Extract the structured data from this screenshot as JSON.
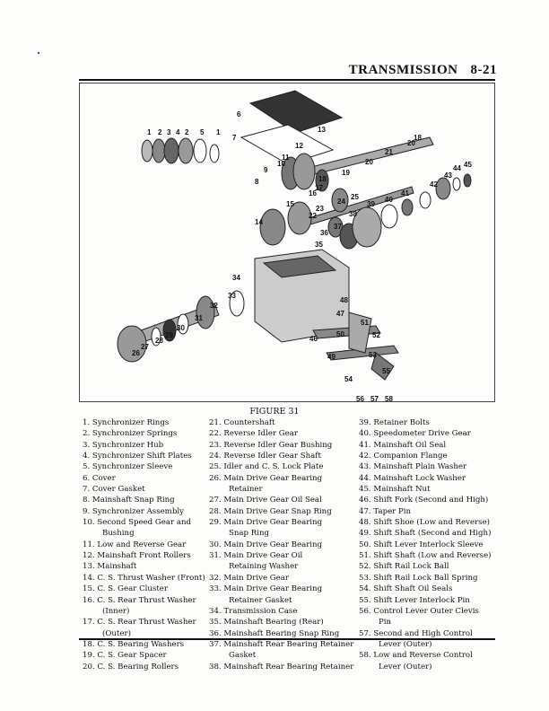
{
  "header": {
    "section": "TRANSMISSION",
    "page": "8-21"
  },
  "figure": {
    "caption": "FIGURE 31",
    "callouts": [
      "1",
      "2",
      "3",
      "4",
      "2",
      "5",
      "1",
      "6",
      "7",
      "8",
      "9",
      "10",
      "11",
      "12",
      "13",
      "14",
      "15",
      "16",
      "17",
      "18",
      "19",
      "20",
      "21",
      "18",
      "20",
      "22",
      "23",
      "24",
      "25",
      "36",
      "37",
      "38",
      "39",
      "40",
      "41",
      "42",
      "43",
      "44",
      "45",
      "35",
      "34",
      "33",
      "32",
      "31",
      "30",
      "29",
      "28",
      "27",
      "26",
      "48",
      "47",
      "46",
      "50",
      "49",
      "51",
      "52",
      "53",
      "55",
      "54",
      "56",
      "57",
      "58"
    ]
  },
  "legend": {
    "col1": [
      "1. Synchronizer Rings",
      "2. Synchronizer Springs",
      "3. Synchronizer Hub",
      "4. Synchronizer Shift Plates",
      "5. Synchronizer Sleeve",
      "6. Cover",
      "7. Cover Gasket",
      "8. Mainshaft Snap Ring",
      "9. Synchronizer Assembly",
      "10. Second Speed Gear and",
      "Bushing",
      "11. Low and Reverse Gear",
      "12. Mainshaft Front Rollers",
      "13. Mainshaft",
      "14. C. S. Thrust Washer (Front)",
      "15. C. S. Gear Cluster",
      "16. C. S. Rear Thrust Washer",
      "(Inner)",
      "17. C. S. Rear Thrust Washer",
      "(Outer)",
      "18. C. S. Bearing Washers",
      "19. C. S. Gear Spacer",
      "20. C. S. Bearing Rollers"
    ],
    "col2": [
      "21. Countershaft",
      "22. Reverse Idler Gear",
      "23. Reverse Idler Gear Bushing",
      "24. Reverse Idler Gear Shaft",
      "25. Idler and C. S. Lock Plate",
      "26. Main Drive Gear Bearing",
      "Retainer",
      "27. Main Drive Gear Oil Seal",
      "28. Main Drive Gear Snap Ring",
      "29. Main Drive Gear Bearing",
      "Snap Ring",
      "30. Main Drive Gear Bearing",
      "31. Main Drive Gear Oil",
      "Retaining Washer",
      "32. Main Drive Gear",
      "33. Main Drive Gear Bearing",
      "Retainer Gasket",
      "34. Transmission Case",
      "35. Mainshaft Bearing (Rear)",
      "36. Mainshaft Bearing Snap Ring",
      "37. Mainshaft Rear Bearing Retainer",
      "Gasket",
      "38. Mainshaft Rear Bearing Retainer"
    ],
    "col3": [
      "39. Retainer Bolts",
      "40. Speedometer Drive Gear",
      "41. Mainshaft Oil Seal",
      "42. Companion Flange",
      "43. Mainshaft Plain Washer",
      "44. Mainshaft Lock Washer",
      "45. Mainshaft Nut",
      "46. Shift Fork (Second and High)",
      "47. Taper Pin",
      "48. Shift Shoe (Low and Reverse)",
      "49. Shift Shaft (Second and High)",
      "50. Shift Lever Interlock Sleeve",
      "51. Shift Shaft (Low and Reverse)",
      "52. Shift Rail Lock Ball",
      "53. Shift Rail Lock Ball Spring",
      "54. Shift Shaft Oil Seals",
      "55. Shift Lever Interlock Pin",
      "56. Control Lever Outer Clevis",
      "Pin",
      "57. Second and High Control",
      "Lever (Outer)",
      "58. Low and Reverse Control",
      "Lever (Outer)"
    ]
  },
  "indented": {
    "col1": [
      10,
      17,
      19
    ],
    "col2": [
      6,
      10,
      13,
      16,
      21
    ],
    "col3": [
      18,
      20,
      22
    ]
  }
}
